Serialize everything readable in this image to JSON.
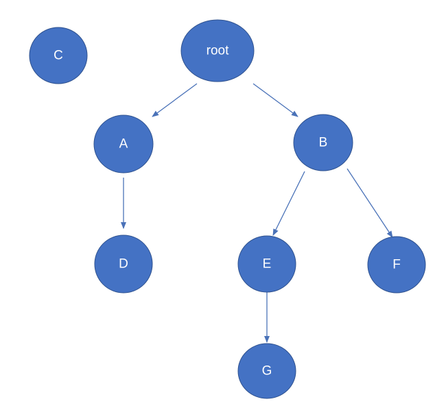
{
  "colors": {
    "node_fill": "#4472c4",
    "node_text": "#ffffff",
    "edge": "#4a72b8",
    "background": "#ffffff"
  },
  "nodes": [
    {
      "id": "C",
      "label": "C"
    },
    {
      "id": "root",
      "label": "root"
    },
    {
      "id": "A",
      "label": "A"
    },
    {
      "id": "B",
      "label": "B"
    },
    {
      "id": "D",
      "label": "D"
    },
    {
      "id": "E",
      "label": "E"
    },
    {
      "id": "F",
      "label": "F"
    },
    {
      "id": "G",
      "label": "G"
    }
  ],
  "edges": [
    {
      "from": "root",
      "to": "A"
    },
    {
      "from": "root",
      "to": "B"
    },
    {
      "from": "A",
      "to": "D"
    },
    {
      "from": "B",
      "to": "E"
    },
    {
      "from": "B",
      "to": "F"
    },
    {
      "from": "E",
      "to": "G"
    }
  ]
}
